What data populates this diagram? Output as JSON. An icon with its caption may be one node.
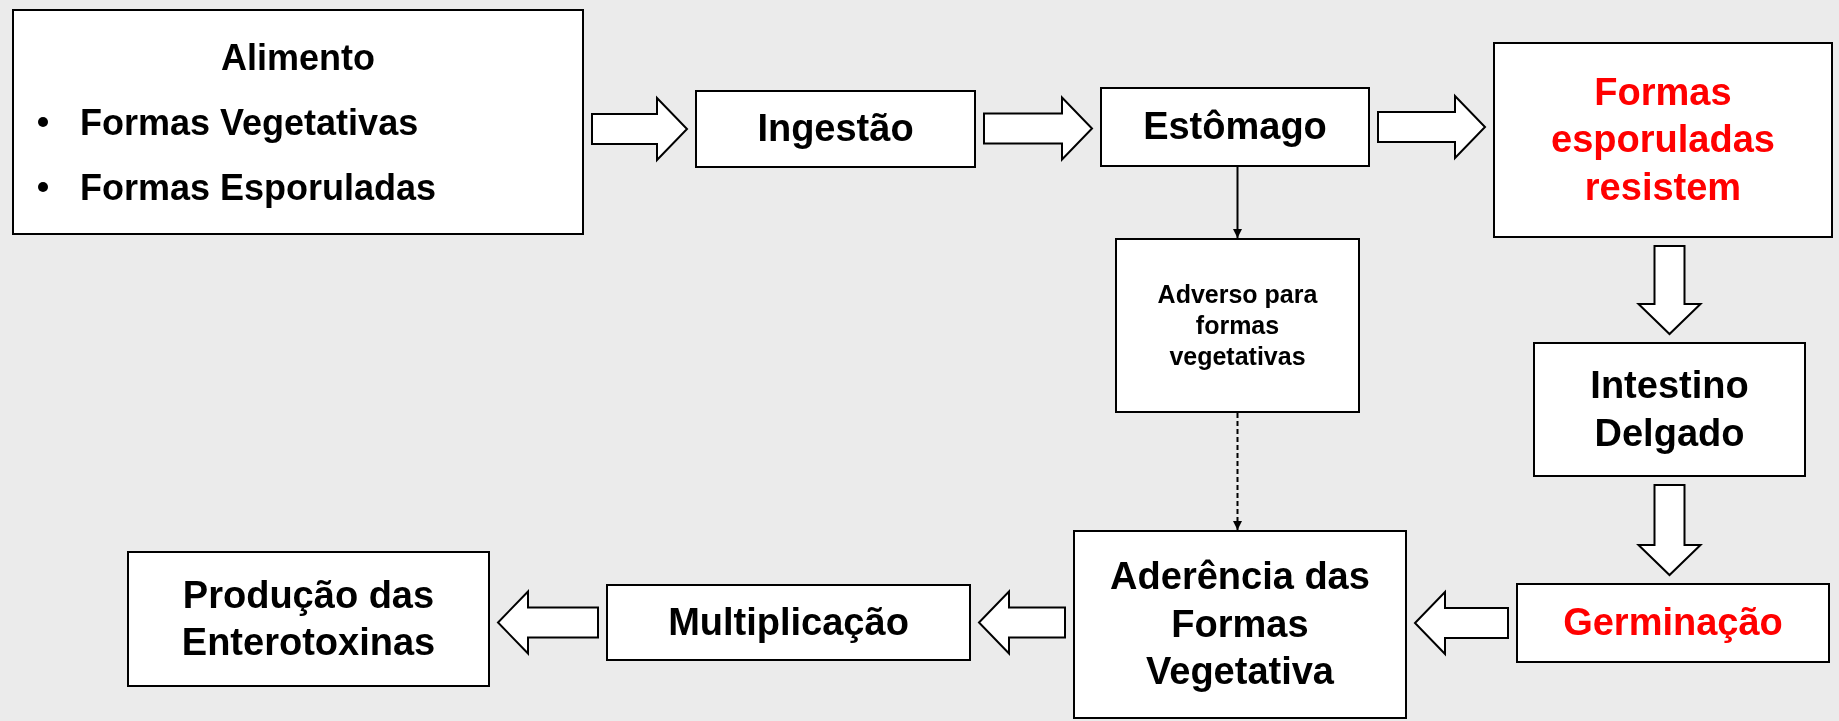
{
  "diagram": {
    "nodes": [
      {
        "text": [
          "Alimento",
          "Formas Vegetativas",
          "Formas Esporuladas"
        ]
      },
      {
        "text": [
          "Ingestão"
        ]
      },
      {
        "text": [
          "Estômago"
        ]
      },
      {
        "text": [
          "Formas esporuladas resistem"
        ]
      },
      {
        "text": [
          "Adverso para formas vegetativas"
        ]
      },
      {
        "text": [
          "Intestino Delgado"
        ]
      },
      {
        "text": [
          "Germinação"
        ]
      },
      {
        "text": [
          "Aderência das Formas Vegetativa"
        ]
      },
      {
        "text": [
          "Multiplicação"
        ]
      },
      {
        "text": [
          "Produção das Enterotoxinas"
        ]
      }
    ],
    "edges": [
      {
        "from": 0,
        "to": 1,
        "arrow": "to",
        "style": "thick"
      },
      {
        "from": 1,
        "to": 2,
        "arrow": "to",
        "style": "thick"
      },
      {
        "from": 2,
        "to": 3,
        "arrow": "to",
        "style": "thick"
      },
      {
        "from": 2,
        "to": 4,
        "arrow": "to"
      },
      {
        "from": 4,
        "to": 7,
        "arrow": "to",
        "style": "dashed"
      },
      {
        "from": 3,
        "to": 5,
        "arrow": "to",
        "style": "thick"
      },
      {
        "from": 5,
        "to": 6,
        "arrow": "to",
        "style": "thick"
      },
      {
        "from": 6,
        "to": 7,
        "arrow": "to",
        "style": "thick"
      },
      {
        "from": 7,
        "to": 8,
        "arrow": "to",
        "style": "thick"
      },
      {
        "from": 8,
        "to": 9,
        "arrow": "to",
        "style": "thick"
      }
    ]
  }
}
